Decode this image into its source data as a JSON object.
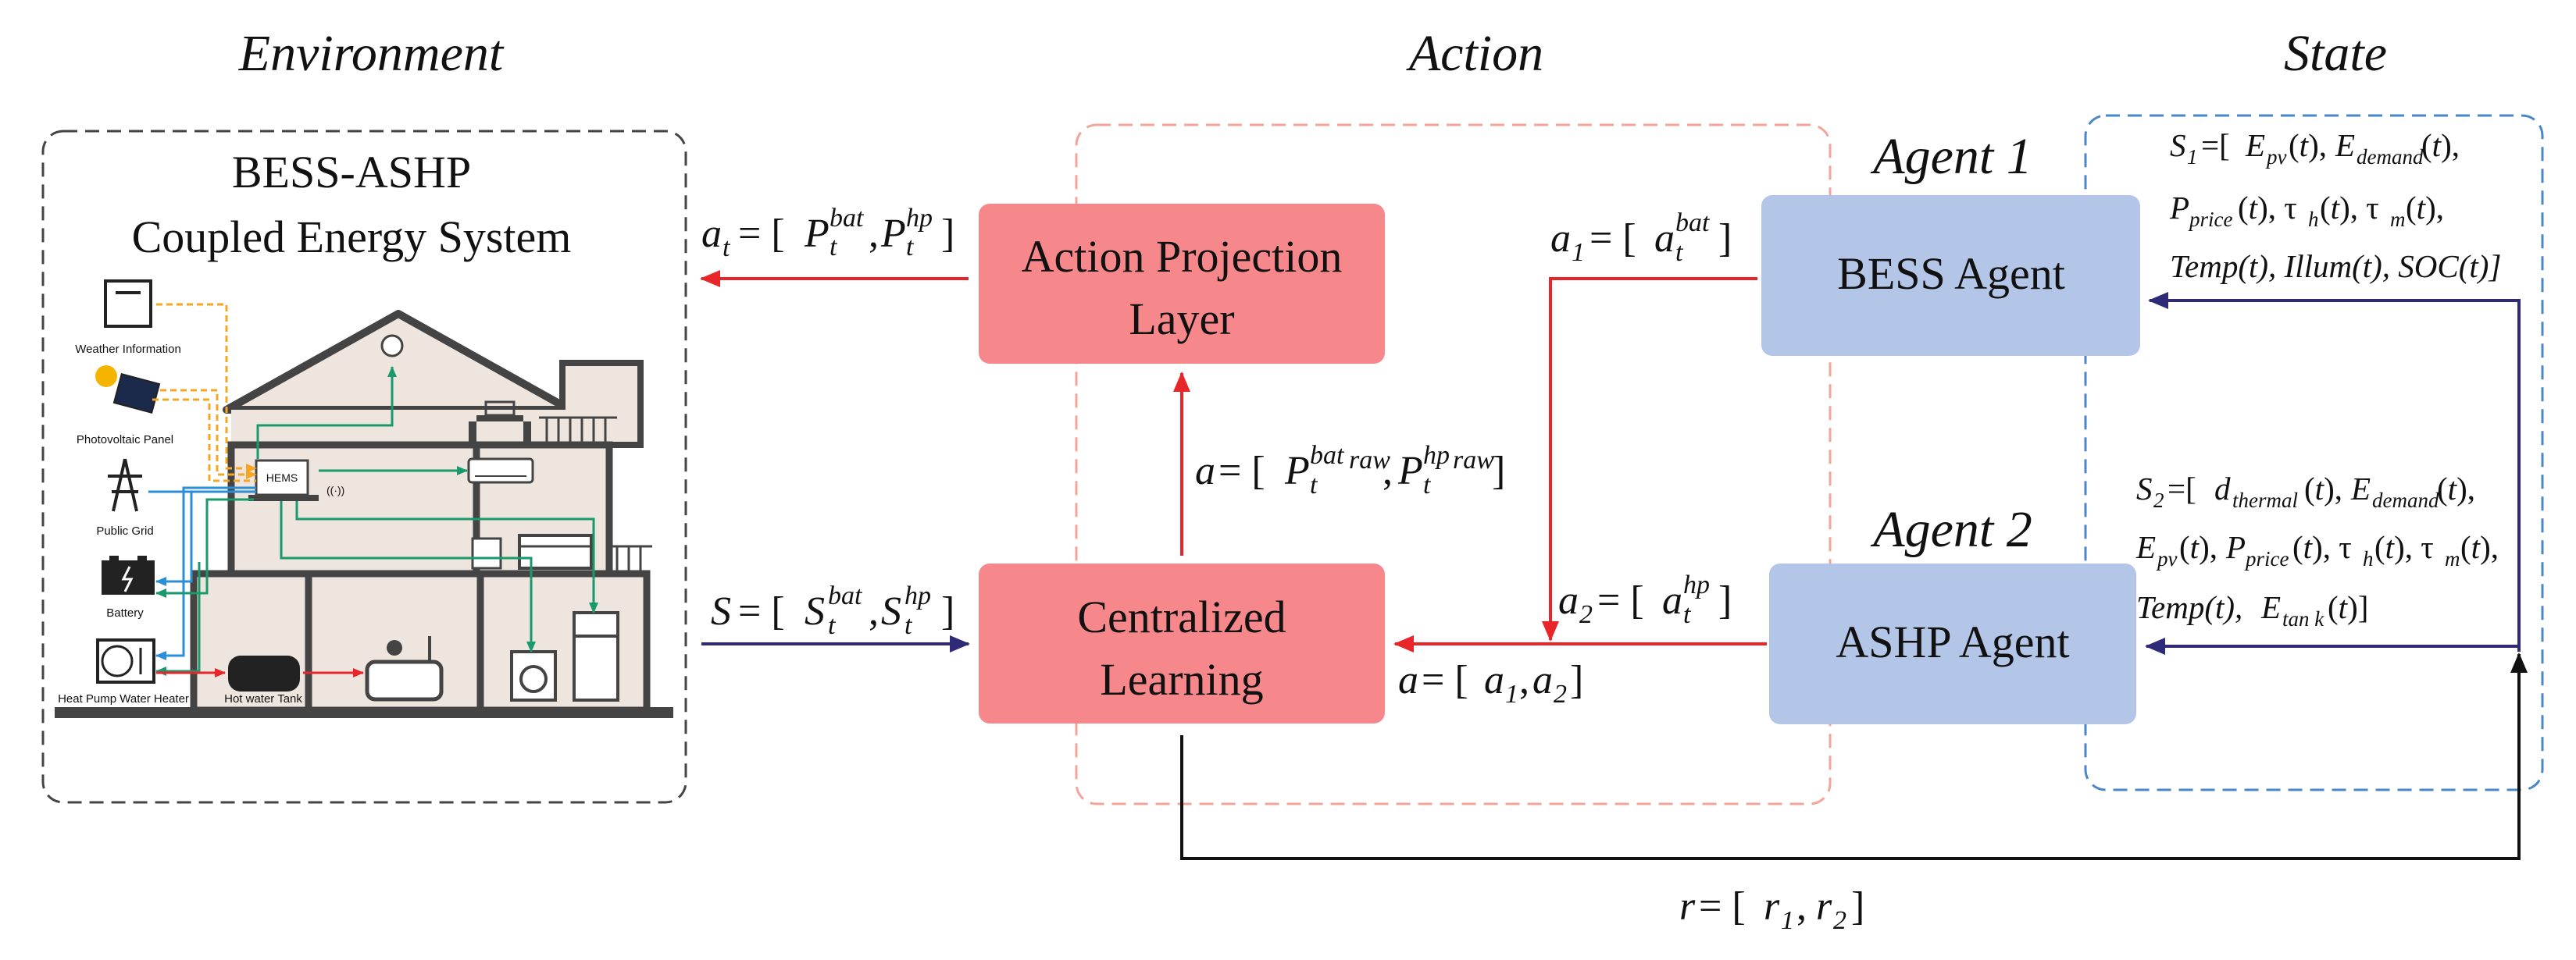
{
  "sections": {
    "environment": "Environment",
    "action": "Action",
    "state": "State"
  },
  "environment": {
    "title_line1": "BESS-ASHP",
    "title_line2": "Coupled Energy System",
    "labels": {
      "weather": "Weather Information",
      "pv": "Photovoltaic Panel",
      "grid": "Public Grid",
      "battery": "Battery",
      "heat_pump": "Heat Pump Water Heater",
      "tank": "Hot water Tank",
      "hems": "HEMS"
    }
  },
  "boxes": {
    "projection_line1": "Action Projection",
    "projection_line2": "Layer",
    "learning_line1": "Centralized",
    "learning_line2": "Learning",
    "bess_agent": "BESS Agent",
    "ashp_agent": "ASHP Agent"
  },
  "agents": {
    "agent1": "Agent 1",
    "agent2": "Agent 2"
  },
  "colors": {
    "red_box": "#f6878a",
    "blue_box": "#b4c6e7",
    "red_arrow": "#e8262a",
    "navy_arrow": "#2e2a78",
    "env_border": "#444444",
    "action_border": "#f4a49a",
    "state_border": "#4a86c8",
    "orange_line": "#f5a623",
    "green_line": "#1a9a6c",
    "blue_line": "#2a8fd6"
  }
}
